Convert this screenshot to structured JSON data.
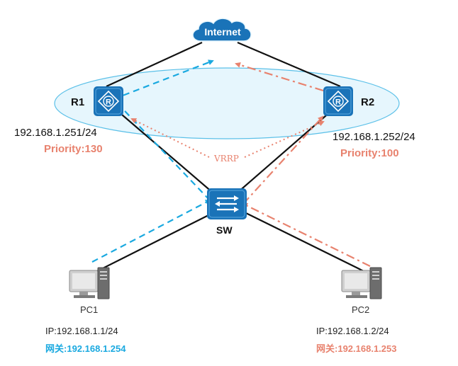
{
  "internet": {
    "label": "Internet"
  },
  "protocol": {
    "label": "VRRP"
  },
  "switch": {
    "label": "SW"
  },
  "routers": [
    {
      "name": "R1",
      "ip": "192.168.1.251/24",
      "priority": "Priority:130"
    },
    {
      "name": "R2",
      "ip": "192.168.1.252/24",
      "priority": "Priority:100"
    }
  ],
  "pcs": [
    {
      "name": "PC1",
      "ip": "IP:192.168.1.1/24",
      "gateway_prefix": "网关:",
      "gateway": "192.168.1.254"
    },
    {
      "name": "PC2",
      "ip": "IP:192.168.1.2/24",
      "gateway_prefix": "网关:",
      "gateway": "192.168.1.253"
    }
  ],
  "colors": {
    "master_path": "#1aa9e0",
    "backup_path": "#e8826e",
    "priority_text": "#e8826e",
    "device_fill": "#1a73b8",
    "vrrp_ellipse_fill": "#e6f6fd",
    "vrrp_ellipse_stroke": "#5bc0e8"
  }
}
